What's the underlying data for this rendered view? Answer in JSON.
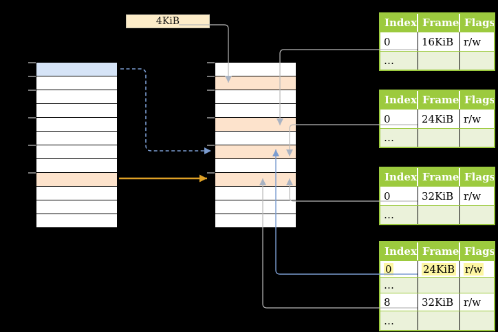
{
  "page_size_label": "4KiB",
  "page_tables": [
    {
      "headers": [
        "Index",
        "Frame",
        "Flags"
      ],
      "rows": [
        {
          "cells": [
            "0",
            "16KiB",
            "r/w"
          ]
        },
        {
          "cells": [
            "…",
            "",
            ""
          ]
        }
      ]
    },
    {
      "headers": [
        "Index",
        "Frame",
        "Flags"
      ],
      "rows": [
        {
          "cells": [
            "0",
            "24KiB",
            "r/w"
          ]
        },
        {
          "cells": [
            "…",
            "",
            ""
          ]
        }
      ]
    },
    {
      "headers": [
        "Index",
        "Frame",
        "Flags"
      ],
      "rows": [
        {
          "cells": [
            "0",
            "32KiB",
            "r/w"
          ]
        },
        {
          "cells": [
            "…",
            "",
            ""
          ]
        }
      ]
    },
    {
      "headers": [
        "Index",
        "Frame",
        "Flags"
      ],
      "rows": [
        {
          "cells": [
            "0",
            "24KiB",
            "r/w"
          ],
          "highlighted": true
        },
        {
          "cells": [
            "…",
            "",
            ""
          ]
        },
        {
          "cells": [
            "8",
            "32KiB",
            "r/w"
          ]
        },
        {
          "cells": [
            "…",
            "",
            ""
          ]
        }
      ]
    }
  ],
  "colors": {
    "header_green": "#9cca3e",
    "row_light_green": "#ebf2da",
    "highlight_yellow": "#fdf6a2",
    "page_blue": "#d6e4f7",
    "frame_orange": "#fde3cc",
    "label_cream": "#fdecc8",
    "arrow_orange": "#dfa126",
    "arrow_blue": "#7b9cd0",
    "connector_gray": "#b9b9b9",
    "background": "#000000"
  }
}
